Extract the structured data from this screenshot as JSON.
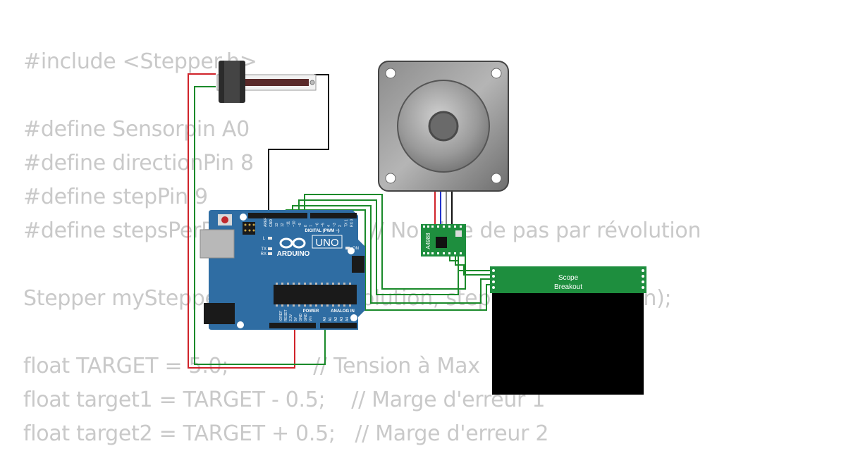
{
  "code": {
    "lines": [
      "#include <Stepper.h>",
      "",
      "#define Sensorpin A0",
      "#define directionPin 8",
      "#define stepPin 9",
      "#define stepsPerRevolution 200  // Nombre de pas par révolution",
      "",
      "Stepper myStepper(stepsPerRevolution, stepPin, directionPin);",
      "",
      "float TARGET = 5.0;             // Tension à Max",
      "float target1 = TARGET - 0.5;    // Marge d'erreur 1",
      "float target2 = TARGET + 0.5;   // Marge d'erreur 2"
    ]
  },
  "arduino": {
    "brand": "ARDUINO",
    "model": "UNO",
    "header_digital": "DIGITAL (PWM ~)",
    "header_power": "POWER",
    "header_analog": "ANALOG IN",
    "label_aref": "AREF",
    "label_gnd": "GND",
    "label_l": "L",
    "label_tx": "TX",
    "label_rx": "RX",
    "label_on": "ON",
    "digital_pins": [
      "13",
      "12",
      "~11",
      "~10",
      "~9",
      "8",
      "7",
      "~6",
      "~5",
      "4",
      "~3",
      "2",
      "TX 1",
      "RX 0"
    ],
    "power_pins": [
      "IOREF",
      "RESET",
      "3.3V",
      "5V",
      "GND",
      "GND",
      "Vin"
    ],
    "analog_pins": [
      "A0",
      "A1",
      "A2",
      "A3",
      "A4",
      "A5"
    ],
    "accent_color": "#2f6da3"
  },
  "driver": {
    "label": "A4988",
    "color": "#1e8e3e"
  },
  "scope": {
    "line1": "Scope",
    "line2": "Breakout",
    "header_color": "#1e8e3e",
    "screen_color": "#000000"
  },
  "wires": {
    "red": "#d0232a",
    "green": "#1a8a2a",
    "black": "#111111",
    "blue": "#2233cc"
  }
}
